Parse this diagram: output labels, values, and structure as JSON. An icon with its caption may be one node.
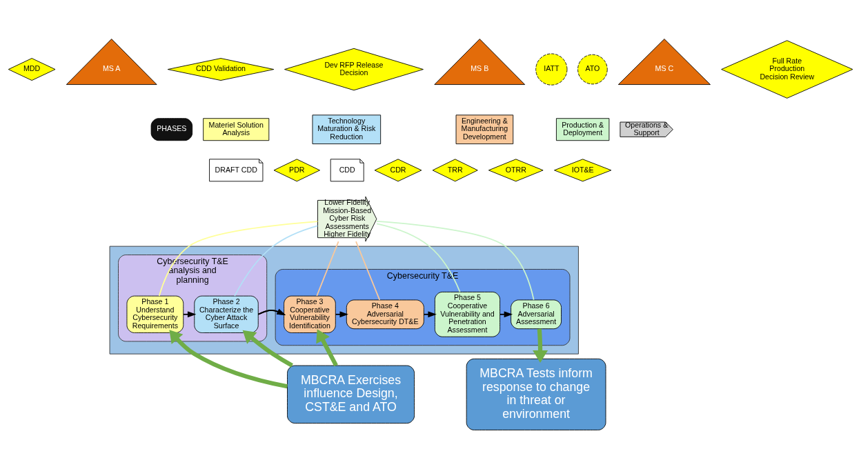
{
  "diagram": {
    "nodes": [
      {
        "text": [
          "PHASES"
        ]
      },
      {
        "text": [
          "Materiel Solution Analysis"
        ]
      },
      {
        "text": [
          "Technology Maturation & Risk Reduction"
        ]
      },
      {
        "text": [
          "Engineering & Manufacturing Development"
        ]
      },
      {
        "text": [
          "Production & Deployment"
        ]
      },
      {
        "text": [
          "Operations & Support"
        ]
      },
      {
        "text": [
          "MDD"
        ]
      },
      {
        "text": [
          "MS A"
        ]
      },
      {
        "text": [
          "CDD Validation"
        ]
      },
      {
        "text": [
          "Dev RFP Release Decision"
        ]
      },
      {
        "text": [
          "MS B"
        ]
      },
      {
        "text": [
          "IATT"
        ]
      },
      {
        "text": [
          "ATO"
        ]
      },
      {
        "text": [
          "MS C"
        ]
      },
      {
        "text": [
          "Full Rate Production Decision Review"
        ]
      },
      {
        "text": [
          "DRAFT CDD"
        ]
      },
      {
        "text": [
          "PDR"
        ]
      },
      {
        "text": [
          "CDD"
        ]
      },
      {
        "text": [
          "CDR"
        ]
      },
      {
        "text": [
          "TRR"
        ]
      },
      {
        "text": [
          "OTRR"
        ]
      },
      {
        "text": [
          "IOT&E"
        ]
      },
      {
        "text": [
          "Lower Fidelity",
          "Mission-Based Cyber Risk Assessments",
          "Higher Fidelity"
        ]
      },
      {
        "text": [],
        "shape": "box"
      },
      {
        "text": [
          "Cybersecurity T&E analysis and planning"
        ],
        "in": 23
      },
      {
        "text": [
          "Phase 1",
          "Understand Cybersecurity Requirements"
        ],
        "in": 24
      },
      {
        "text": [
          "Phase 2",
          "Characterize the Cyber Attack Surface"
        ],
        "in": 24
      },
      {
        "text": [
          "Cybersecurity T&E"
        ],
        "in": 23
      },
      {
        "text": [
          "Phase 3",
          "Cooperative Vulnerability Identification"
        ],
        "in": 27
      },
      {
        "text": [
          "Phase 4",
          "Adversarial Cybersecurity DT&E"
        ],
        "in": 27
      },
      {
        "text": [
          "Phase 5",
          "Cooperative Vulnerability and Penetration Assessment"
        ],
        "in": 27
      },
      {
        "text": [
          "Phase 6",
          "Adversarial Assessment"
        ],
        "in": 27
      },
      {
        "text": [
          "MBCRA Exercises influence Design, CST&E and ATO"
        ]
      },
      {
        "text": [
          "MBCRA Tests inform response to change in threat or environment"
        ]
      }
    ],
    "edges": [
      {
        "from": 25,
        "to": 26,
        "arrow": "to"
      },
      {
        "from": 24,
        "to": 28,
        "arrow": "to"
      },
      {
        "from": 28,
        "to": 29,
        "arrow": "to"
      },
      {
        "from": 29,
        "to": 30,
        "arrow": "to"
      },
      {
        "from": 30,
        "to": 31,
        "arrow": "to"
      },
      {
        "from": 22,
        "to": 25,
        "arrow": "none",
        "color": "#ffff99"
      },
      {
        "from": 22,
        "to": 26,
        "arrow": "none",
        "color": "#b3e0f7"
      },
      {
        "from": 22,
        "to": 28,
        "arrow": "none",
        "color": "#f9c89b"
      },
      {
        "from": 22,
        "to": 29,
        "arrow": "none",
        "color": "#f9c89b"
      },
      {
        "from": 22,
        "to": 30,
        "arrow": "none",
        "color": "#ccf5cc"
      },
      {
        "from": 22,
        "to": 31,
        "arrow": "none",
        "color": "#ccf5cc"
      },
      {
        "from": 32,
        "to": 25,
        "arrow": "to",
        "style": "thick",
        "color": "#70ad47"
      },
      {
        "from": 32,
        "to": 26,
        "arrow": "to",
        "style": "thick",
        "color": "#70ad47"
      },
      {
        "from": 32,
        "to": 28,
        "arrow": "to",
        "style": "thick",
        "color": "#70ad47"
      },
      {
        "from": 31,
        "to": 33,
        "arrow": "to",
        "style": "thick",
        "color": "#70ad47"
      }
    ]
  }
}
